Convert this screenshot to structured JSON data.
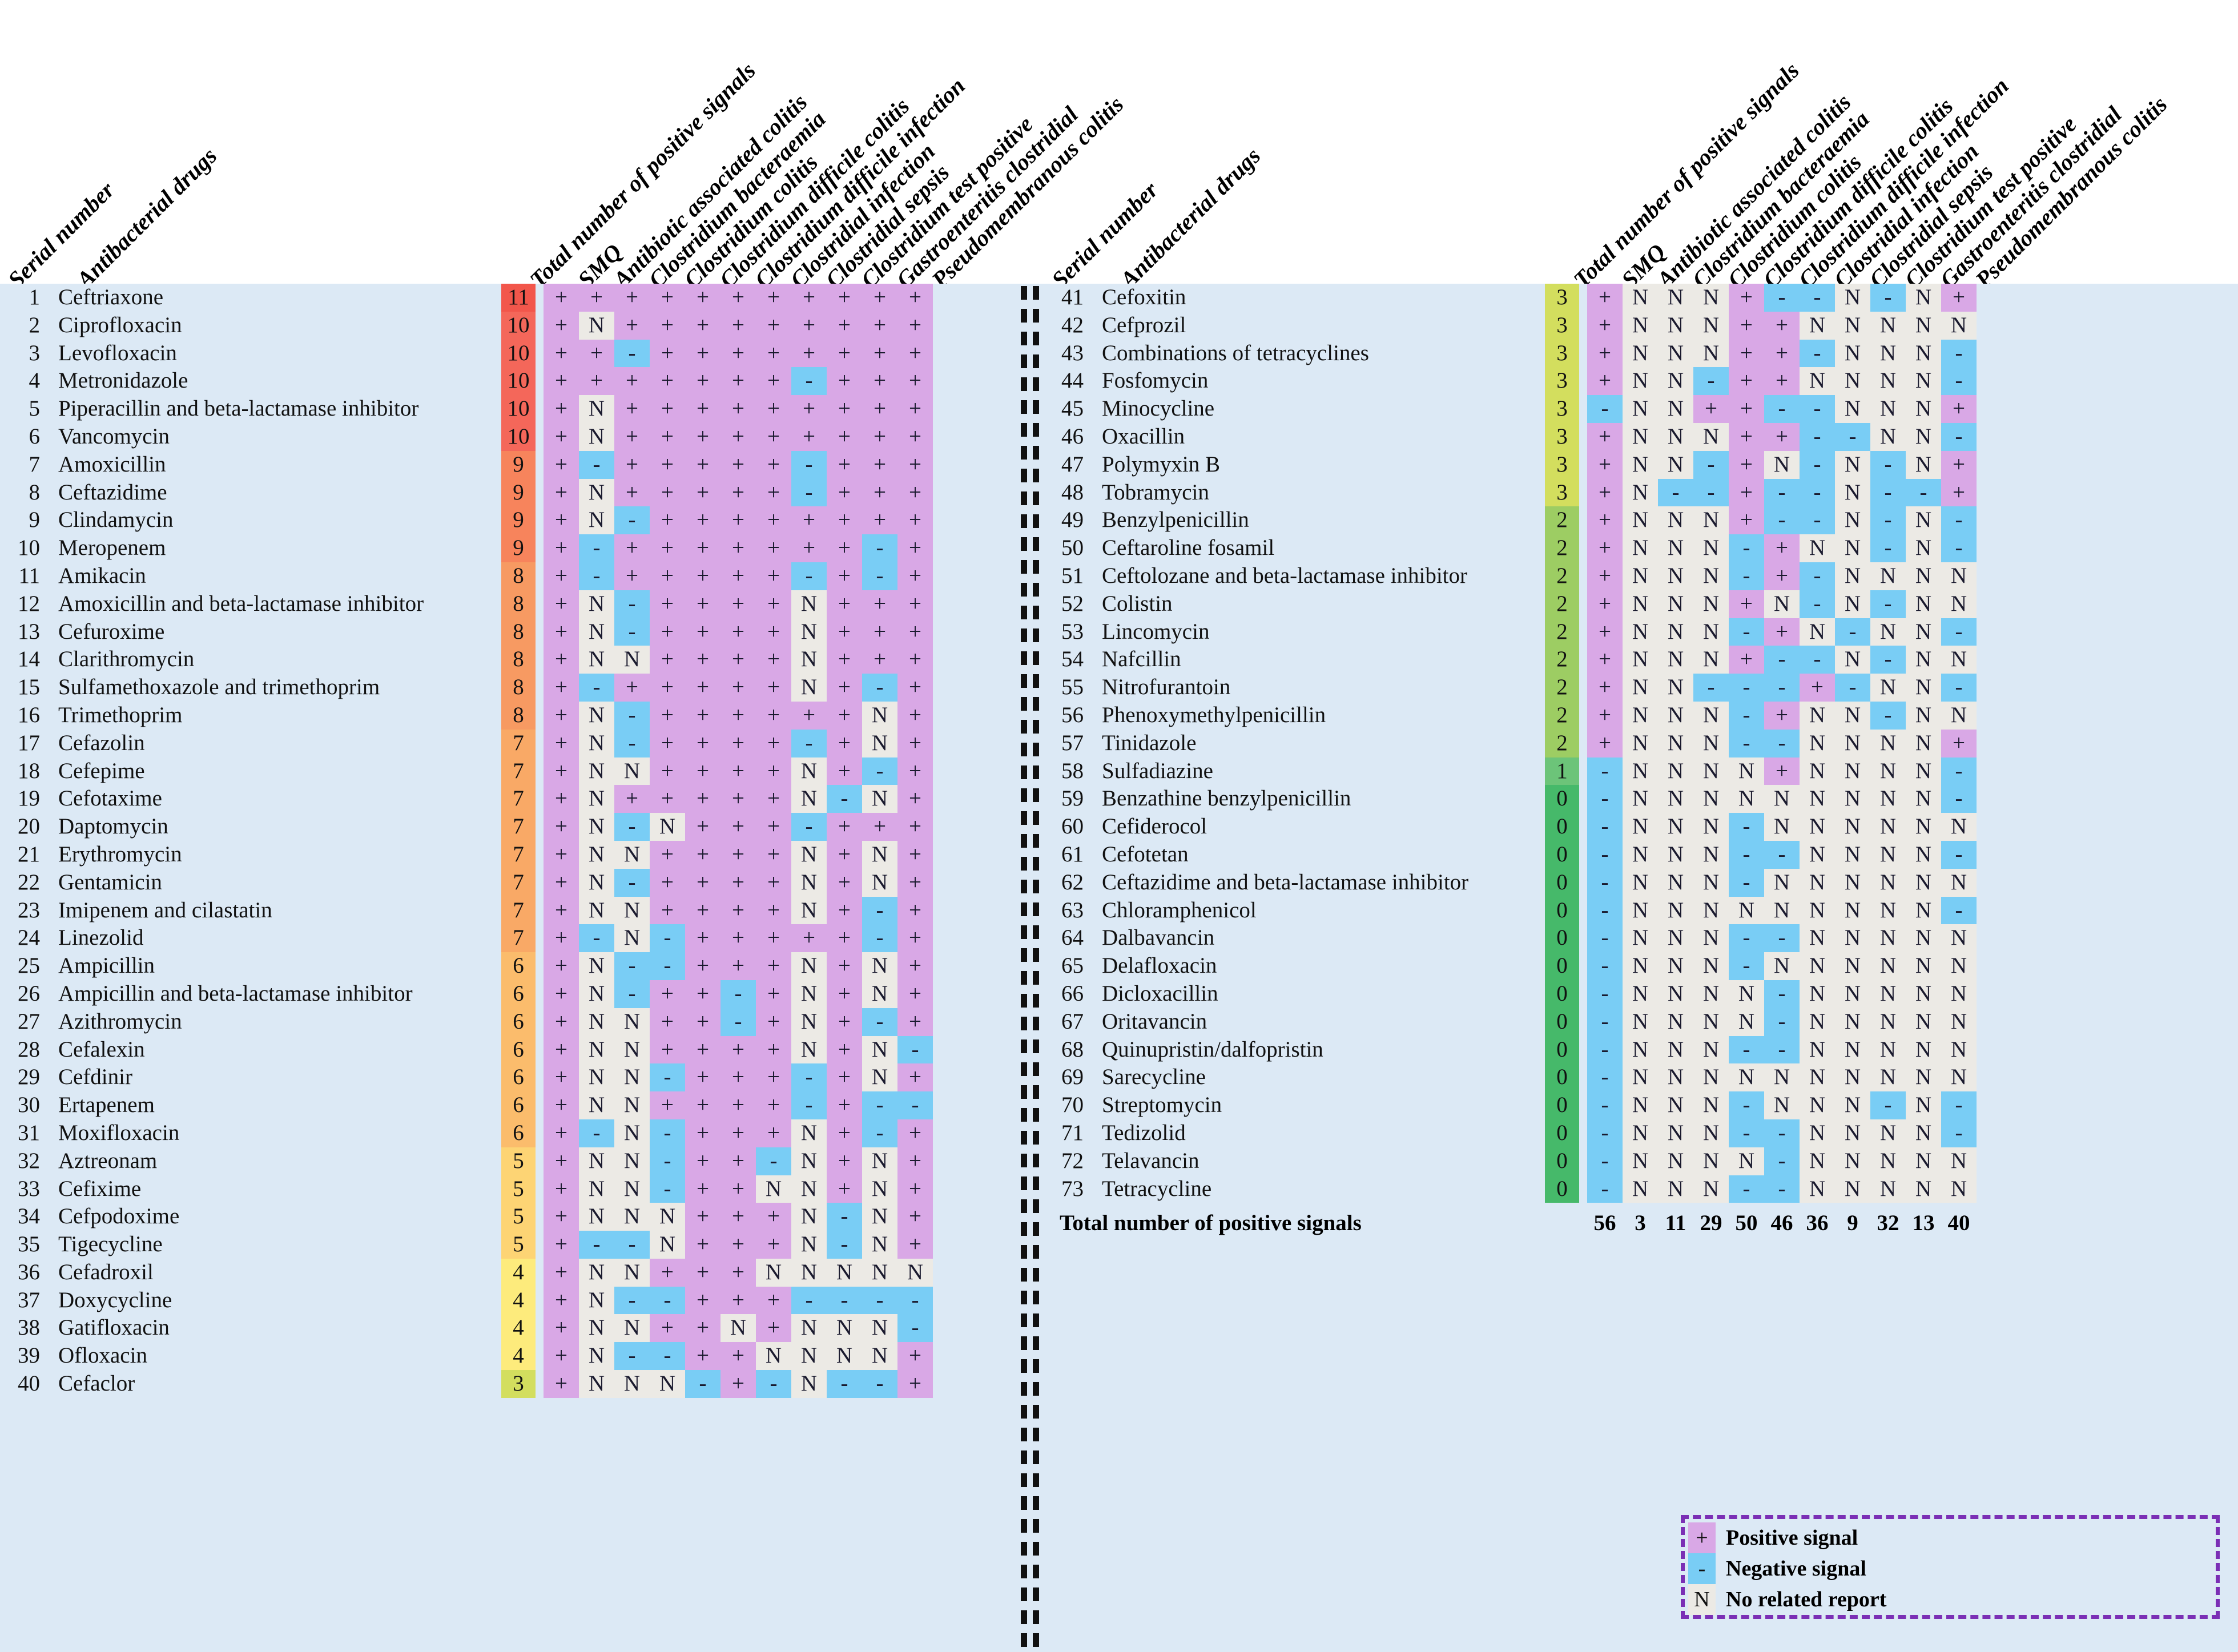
{
  "headers": {
    "serial_number": "Serial number",
    "antibacterial_drugs": "Antibacterial drugs",
    "total_positive": "Total number of positive signals",
    "columns": [
      "SMQ",
      "Antibiotic associated colitis",
      "Clostridium bacteraemia",
      "Clostridium colitis",
      "Clostridium difficile colitis",
      "Clostridium difficile infection",
      "Clostridial infection",
      "Clostridial sepsis",
      "Clostridium test positive",
      "Gastroenteritis clostridial",
      "Pseudomembranous colitis"
    ]
  },
  "legend": {
    "items": [
      {
        "symbol": "+",
        "label": "Positive signal",
        "color": "#d9a8e6"
      },
      {
        "symbol": "-",
        "label": "Negative signal",
        "color": "#79cdf5"
      },
      {
        "symbol": "N",
        "label": "No related report",
        "color": "#eceae5"
      }
    ]
  },
  "footer": {
    "label": "Total number of positive signals",
    "values": [
      "56",
      "3",
      "11",
      "29",
      "50",
      "46",
      "36",
      "9",
      "32",
      "13",
      "40"
    ]
  },
  "colors": {
    "panel_background": "#dce9f5",
    "positive": "#d9a8e6",
    "negative": "#79cdf5",
    "no_report": "#eceae5",
    "legend_border": "#7b2fb5"
  },
  "left_rows": [
    {
      "n": "1",
      "drug": "Ceftriaxone",
      "total": "11",
      "cells": [
        "+",
        "+",
        "+",
        "+",
        "+",
        "+",
        "+",
        "+",
        "+",
        "+",
        "+"
      ]
    },
    {
      "n": "2",
      "drug": "Ciprofloxacin",
      "total": "10",
      "cells": [
        "+",
        "N",
        "+",
        "+",
        "+",
        "+",
        "+",
        "+",
        "+",
        "+",
        "+"
      ]
    },
    {
      "n": "3",
      "drug": "Levofloxacin",
      "total": "10",
      "cells": [
        "+",
        "+",
        "-",
        "+",
        "+",
        "+",
        "+",
        "+",
        "+",
        "+",
        "+"
      ]
    },
    {
      "n": "4",
      "drug": "Metronidazole",
      "total": "10",
      "cells": [
        "+",
        "+",
        "+",
        "+",
        "+",
        "+",
        "+",
        "-",
        "+",
        "+",
        "+"
      ]
    },
    {
      "n": "5",
      "drug": "Piperacillin and beta-lactamase inhibitor",
      "total": "10",
      "cells": [
        "+",
        "N",
        "+",
        "+",
        "+",
        "+",
        "+",
        "+",
        "+",
        "+",
        "+"
      ]
    },
    {
      "n": "6",
      "drug": "Vancomycin",
      "total": "10",
      "cells": [
        "+",
        "N",
        "+",
        "+",
        "+",
        "+",
        "+",
        "+",
        "+",
        "+",
        "+"
      ]
    },
    {
      "n": "7",
      "drug": "Amoxicillin",
      "total": "9",
      "cells": [
        "+",
        "-",
        "+",
        "+",
        "+",
        "+",
        "+",
        "-",
        "+",
        "+",
        "+"
      ]
    },
    {
      "n": "8",
      "drug": "Ceftazidime",
      "total": "9",
      "cells": [
        "+",
        "N",
        "+",
        "+",
        "+",
        "+",
        "+",
        "-",
        "+",
        "+",
        "+"
      ]
    },
    {
      "n": "9",
      "drug": "Clindamycin",
      "total": "9",
      "cells": [
        "+",
        "N",
        "-",
        "+",
        "+",
        "+",
        "+",
        "+",
        "+",
        "+",
        "+"
      ]
    },
    {
      "n": "10",
      "drug": "Meropenem",
      "total": "9",
      "cells": [
        "+",
        "-",
        "+",
        "+",
        "+",
        "+",
        "+",
        "+",
        "+",
        "-",
        "+"
      ]
    },
    {
      "n": "11",
      "drug": "Amikacin",
      "total": "8",
      "cells": [
        "+",
        "-",
        "+",
        "+",
        "+",
        "+",
        "+",
        "-",
        "+",
        "-",
        "+"
      ]
    },
    {
      "n": "12",
      "drug": "Amoxicillin and beta-lactamase inhibitor",
      "total": "8",
      "cells": [
        "+",
        "N",
        "-",
        "+",
        "+",
        "+",
        "+",
        "N",
        "+",
        "+",
        "+"
      ]
    },
    {
      "n": "13",
      "drug": "Cefuroxime",
      "total": "8",
      "cells": [
        "+",
        "N",
        "-",
        "+",
        "+",
        "+",
        "+",
        "N",
        "+",
        "+",
        "+"
      ]
    },
    {
      "n": "14",
      "drug": "Clarithromycin",
      "total": "8",
      "cells": [
        "+",
        "N",
        "N",
        "+",
        "+",
        "+",
        "+",
        "N",
        "+",
        "+",
        "+"
      ]
    },
    {
      "n": "15",
      "drug": "Sulfamethoxazole and trimethoprim",
      "total": "8",
      "cells": [
        "+",
        "-",
        "+",
        "+",
        "+",
        "+",
        "+",
        "N",
        "+",
        "-",
        "+"
      ]
    },
    {
      "n": "16",
      "drug": "Trimethoprim",
      "total": "8",
      "cells": [
        "+",
        "N",
        "-",
        "+",
        "+",
        "+",
        "+",
        "+",
        "+",
        "N",
        "+"
      ]
    },
    {
      "n": "17",
      "drug": "Cefazolin",
      "total": "7",
      "cells": [
        "+",
        "N",
        "-",
        "+",
        "+",
        "+",
        "+",
        "-",
        "+",
        "N",
        "+"
      ]
    },
    {
      "n": "18",
      "drug": "Cefepime",
      "total": "7",
      "cells": [
        "+",
        "N",
        "N",
        "+",
        "+",
        "+",
        "+",
        "N",
        "+",
        "-",
        "+"
      ]
    },
    {
      "n": "19",
      "drug": "Cefotaxime",
      "total": "7",
      "cells": [
        "+",
        "N",
        "+",
        "+",
        "+",
        "+",
        "+",
        "N",
        "-",
        "N",
        "+"
      ]
    },
    {
      "n": "20",
      "drug": "Daptomycin",
      "total": "7",
      "cells": [
        "+",
        "N",
        "-",
        "N",
        "+",
        "+",
        "+",
        "-",
        "+",
        "+",
        "+"
      ]
    },
    {
      "n": "21",
      "drug": "Erythromycin",
      "total": "7",
      "cells": [
        "+",
        "N",
        "N",
        "+",
        "+",
        "+",
        "+",
        "N",
        "+",
        "N",
        "+"
      ]
    },
    {
      "n": "22",
      "drug": "Gentamicin",
      "total": "7",
      "cells": [
        "+",
        "N",
        "-",
        "+",
        "+",
        "+",
        "+",
        "N",
        "+",
        "N",
        "+"
      ]
    },
    {
      "n": "23",
      "drug": "Imipenem and cilastatin",
      "total": "7",
      "cells": [
        "+",
        "N",
        "N",
        "+",
        "+",
        "+",
        "+",
        "N",
        "+",
        "-",
        "+"
      ]
    },
    {
      "n": "24",
      "drug": "Linezolid",
      "total": "7",
      "cells": [
        "+",
        "-",
        "N",
        "-",
        "+",
        "+",
        "+",
        "+",
        "+",
        "-",
        "+"
      ]
    },
    {
      "n": "25",
      "drug": "Ampicillin",
      "total": "6",
      "cells": [
        "+",
        "N",
        "-",
        "-",
        "+",
        "+",
        "+",
        "N",
        "+",
        "N",
        "+"
      ]
    },
    {
      "n": "26",
      "drug": "Ampicillin and beta-lactamase inhibitor",
      "total": "6",
      "cells": [
        "+",
        "N",
        "-",
        "+",
        "+",
        "-",
        "+",
        "N",
        "+",
        "N",
        "+"
      ]
    },
    {
      "n": "27",
      "drug": "Azithromycin",
      "total": "6",
      "cells": [
        "+",
        "N",
        "N",
        "+",
        "+",
        "-",
        "+",
        "N",
        "+",
        "-",
        "+"
      ]
    },
    {
      "n": "28",
      "drug": "Cefalexin",
      "total": "6",
      "cells": [
        "+",
        "N",
        "N",
        "+",
        "+",
        "+",
        "+",
        "N",
        "+",
        "N",
        "-"
      ]
    },
    {
      "n": "29",
      "drug": "Cefdinir",
      "total": "6",
      "cells": [
        "+",
        "N",
        "N",
        "-",
        "+",
        "+",
        "+",
        "-",
        "+",
        "N",
        "+"
      ]
    },
    {
      "n": "30",
      "drug": "Ertapenem",
      "total": "6",
      "cells": [
        "+",
        "N",
        "N",
        "+",
        "+",
        "+",
        "+",
        "-",
        "+",
        "-",
        "-"
      ]
    },
    {
      "n": "31",
      "drug": "Moxifloxacin",
      "total": "6",
      "cells": [
        "+",
        "-",
        "N",
        "-",
        "+",
        "+",
        "+",
        "N",
        "+",
        "-",
        "+"
      ]
    },
    {
      "n": "32",
      "drug": "Aztreonam",
      "total": "5",
      "cells": [
        "+",
        "N",
        "N",
        "-",
        "+",
        "+",
        "-",
        "N",
        "+",
        "N",
        "+"
      ]
    },
    {
      "n": "33",
      "drug": "Cefixime",
      "total": "5",
      "cells": [
        "+",
        "N",
        "N",
        "-",
        "+",
        "+",
        "N",
        "N",
        "+",
        "N",
        "+"
      ]
    },
    {
      "n": "34",
      "drug": "Cefpodoxime",
      "total": "5",
      "cells": [
        "+",
        "N",
        "N",
        "N",
        "+",
        "+",
        "+",
        "N",
        "-",
        "N",
        "+"
      ]
    },
    {
      "n": "35",
      "drug": "Tigecycline",
      "total": "5",
      "cells": [
        "+",
        "-",
        "-",
        "N",
        "+",
        "+",
        "+",
        "N",
        "-",
        "N",
        "+"
      ]
    },
    {
      "n": "36",
      "drug": "Cefadroxil",
      "total": "4",
      "cells": [
        "+",
        "N",
        "N",
        "+",
        "+",
        "+",
        "N",
        "N",
        "N",
        "N",
        "N"
      ]
    },
    {
      "n": "37",
      "drug": "Doxycycline",
      "total": "4",
      "cells": [
        "+",
        "N",
        "-",
        "-",
        "+",
        "+",
        "+",
        "-",
        "-",
        "-",
        "-"
      ]
    },
    {
      "n": "38",
      "drug": "Gatifloxacin",
      "total": "4",
      "cells": [
        "+",
        "N",
        "N",
        "+",
        "+",
        "N",
        "+",
        "N",
        "N",
        "N",
        "-"
      ]
    },
    {
      "n": "39",
      "drug": "Ofloxacin",
      "total": "4",
      "cells": [
        "+",
        "N",
        "-",
        "-",
        "+",
        "+",
        "N",
        "N",
        "N",
        "N",
        "+"
      ]
    },
    {
      "n": "40",
      "drug": "Cefaclor",
      "total": "3",
      "cells": [
        "+",
        "N",
        "N",
        "N",
        "-",
        "+",
        "-",
        "N",
        "-",
        "-",
        "+"
      ]
    }
  ],
  "right_rows": [
    {
      "n": "41",
      "drug": "Cefoxitin",
      "total": "3",
      "cells": [
        "+",
        "N",
        "N",
        "N",
        "+",
        "-",
        "-",
        "N",
        "-",
        "N",
        "+"
      ]
    },
    {
      "n": "42",
      "drug": "Cefprozil",
      "total": "3",
      "cells": [
        "+",
        "N",
        "N",
        "N",
        "+",
        "+",
        "N",
        "N",
        "N",
        "N",
        "N"
      ]
    },
    {
      "n": "43",
      "drug": "Combinations of tetracyclines",
      "total": "3",
      "cells": [
        "+",
        "N",
        "N",
        "N",
        "+",
        "+",
        "-",
        "N",
        "N",
        "N",
        "-"
      ]
    },
    {
      "n": "44",
      "drug": "Fosfomycin",
      "total": "3",
      "cells": [
        "+",
        "N",
        "N",
        "-",
        "+",
        "+",
        "N",
        "N",
        "N",
        "N",
        "-"
      ]
    },
    {
      "n": "45",
      "drug": "Minocycline",
      "total": "3",
      "cells": [
        "-",
        "N",
        "N",
        "+",
        "+",
        "-",
        "-",
        "N",
        "N",
        "N",
        "+"
      ]
    },
    {
      "n": "46",
      "drug": "Oxacillin",
      "total": "3",
      "cells": [
        "+",
        "N",
        "N",
        "N",
        "+",
        "+",
        "-",
        "-",
        "N",
        "N",
        "-"
      ]
    },
    {
      "n": "47",
      "drug": "Polymyxin B",
      "total": "3",
      "cells": [
        "+",
        "N",
        "N",
        "-",
        "+",
        "N",
        "-",
        "N",
        "-",
        "N",
        "+"
      ]
    },
    {
      "n": "48",
      "drug": "Tobramycin",
      "total": "3",
      "cells": [
        "+",
        "N",
        "-",
        "-",
        "+",
        "-",
        "-",
        "N",
        "-",
        "-",
        "+"
      ]
    },
    {
      "n": "49",
      "drug": "Benzylpenicillin",
      "total": "2",
      "cells": [
        "+",
        "N",
        "N",
        "N",
        "+",
        "-",
        "-",
        "N",
        "-",
        "N",
        "-"
      ]
    },
    {
      "n": "50",
      "drug": "Ceftaroline fosamil",
      "total": "2",
      "cells": [
        "+",
        "N",
        "N",
        "N",
        "-",
        "+",
        "N",
        "N",
        "-",
        "N",
        "-"
      ]
    },
    {
      "n": "51",
      "drug": "Ceftolozane and beta-lactamase inhibitor",
      "total": "2",
      "cells": [
        "+",
        "N",
        "N",
        "N",
        "-",
        "+",
        "-",
        "N",
        "N",
        "N",
        "N"
      ]
    },
    {
      "n": "52",
      "drug": "Colistin",
      "total": "2",
      "cells": [
        "+",
        "N",
        "N",
        "N",
        "+",
        "N",
        "-",
        "N",
        "-",
        "N",
        "N"
      ]
    },
    {
      "n": "53",
      "drug": "Lincomycin",
      "total": "2",
      "cells": [
        "+",
        "N",
        "N",
        "N",
        "-",
        "+",
        "N",
        "-",
        "N",
        "N",
        "-"
      ]
    },
    {
      "n": "54",
      "drug": "Nafcillin",
      "total": "2",
      "cells": [
        "+",
        "N",
        "N",
        "N",
        "+",
        "-",
        "-",
        "N",
        "-",
        "N",
        "N"
      ]
    },
    {
      "n": "55",
      "drug": "Nitrofurantoin",
      "total": "2",
      "cells": [
        "+",
        "N",
        "N",
        "-",
        "-",
        "-",
        "+",
        "-",
        "N",
        "N",
        "-"
      ]
    },
    {
      "n": "56",
      "drug": "Phenoxymethylpenicillin",
      "total": "2",
      "cells": [
        "+",
        "N",
        "N",
        "N",
        "-",
        "+",
        "N",
        "N",
        "-",
        "N",
        "N"
      ]
    },
    {
      "n": "57",
      "drug": "Tinidazole",
      "total": "2",
      "cells": [
        "+",
        "N",
        "N",
        "N",
        "-",
        "-",
        "N",
        "N",
        "N",
        "N",
        "+"
      ]
    },
    {
      "n": "58",
      "drug": "Sulfadiazine",
      "total": "1",
      "cells": [
        "-",
        "N",
        "N",
        "N",
        "N",
        "+",
        "N",
        "N",
        "N",
        "N",
        "-"
      ]
    },
    {
      "n": "59",
      "drug": "Benzathine benzylpenicillin",
      "total": "0",
      "cells": [
        "-",
        "N",
        "N",
        "N",
        "N",
        "N",
        "N",
        "N",
        "N",
        "N",
        "-"
      ]
    },
    {
      "n": "60",
      "drug": "Cefiderocol",
      "total": "0",
      "cells": [
        "-",
        "N",
        "N",
        "N",
        "-",
        "N",
        "N",
        "N",
        "N",
        "N",
        "N"
      ]
    },
    {
      "n": "61",
      "drug": "Cefotetan",
      "total": "0",
      "cells": [
        "-",
        "N",
        "N",
        "N",
        "-",
        "-",
        "N",
        "N",
        "N",
        "N",
        "-"
      ]
    },
    {
      "n": "62",
      "drug": "Ceftazidime and beta-lactamase inhibitor",
      "total": "0",
      "cells": [
        "-",
        "N",
        "N",
        "N",
        "-",
        "N",
        "N",
        "N",
        "N",
        "N",
        "N"
      ]
    },
    {
      "n": "63",
      "drug": "Chloramphenicol",
      "total": "0",
      "cells": [
        "-",
        "N",
        "N",
        "N",
        "N",
        "N",
        "N",
        "N",
        "N",
        "N",
        "-"
      ]
    },
    {
      "n": "64",
      "drug": "Dalbavancin",
      "total": "0",
      "cells": [
        "-",
        "N",
        "N",
        "N",
        "-",
        "-",
        "N",
        "N",
        "N",
        "N",
        "N"
      ]
    },
    {
      "n": "65",
      "drug": "Delafloxacin",
      "total": "0",
      "cells": [
        "-",
        "N",
        "N",
        "N",
        "-",
        "N",
        "N",
        "N",
        "N",
        "N",
        "N"
      ]
    },
    {
      "n": "66",
      "drug": "Dicloxacillin",
      "total": "0",
      "cells": [
        "-",
        "N",
        "N",
        "N",
        "N",
        "-",
        "N",
        "N",
        "N",
        "N",
        "N"
      ]
    },
    {
      "n": "67",
      "drug": "Oritavancin",
      "total": "0",
      "cells": [
        "-",
        "N",
        "N",
        "N",
        "N",
        "-",
        "N",
        "N",
        "N",
        "N",
        "N"
      ]
    },
    {
      "n": "68",
      "drug": "Quinupristin/dalfopristin",
      "total": "0",
      "cells": [
        "-",
        "N",
        "N",
        "N",
        "-",
        "-",
        "N",
        "N",
        "N",
        "N",
        "N"
      ]
    },
    {
      "n": "69",
      "drug": "Sarecycline",
      "total": "0",
      "cells": [
        "-",
        "N",
        "N",
        "N",
        "N",
        "N",
        "N",
        "N",
        "N",
        "N",
        "N"
      ]
    },
    {
      "n": "70",
      "drug": "Streptomycin",
      "total": "0",
      "cells": [
        "-",
        "N",
        "N",
        "N",
        "-",
        "N",
        "N",
        "N",
        "-",
        "N",
        "-"
      ]
    },
    {
      "n": "71",
      "drug": "Tedizolid",
      "total": "0",
      "cells": [
        "-",
        "N",
        "N",
        "N",
        "-",
        "-",
        "N",
        "N",
        "N",
        "N",
        "-"
      ]
    },
    {
      "n": "72",
      "drug": "Telavancin",
      "total": "0",
      "cells": [
        "-",
        "N",
        "N",
        "N",
        "N",
        "-",
        "N",
        "N",
        "N",
        "N",
        "N"
      ]
    },
    {
      "n": "73",
      "drug": "Tetracycline",
      "total": "0",
      "cells": [
        "-",
        "N",
        "N",
        "N",
        "-",
        "-",
        "N",
        "N",
        "N",
        "N",
        "N"
      ]
    }
  ]
}
